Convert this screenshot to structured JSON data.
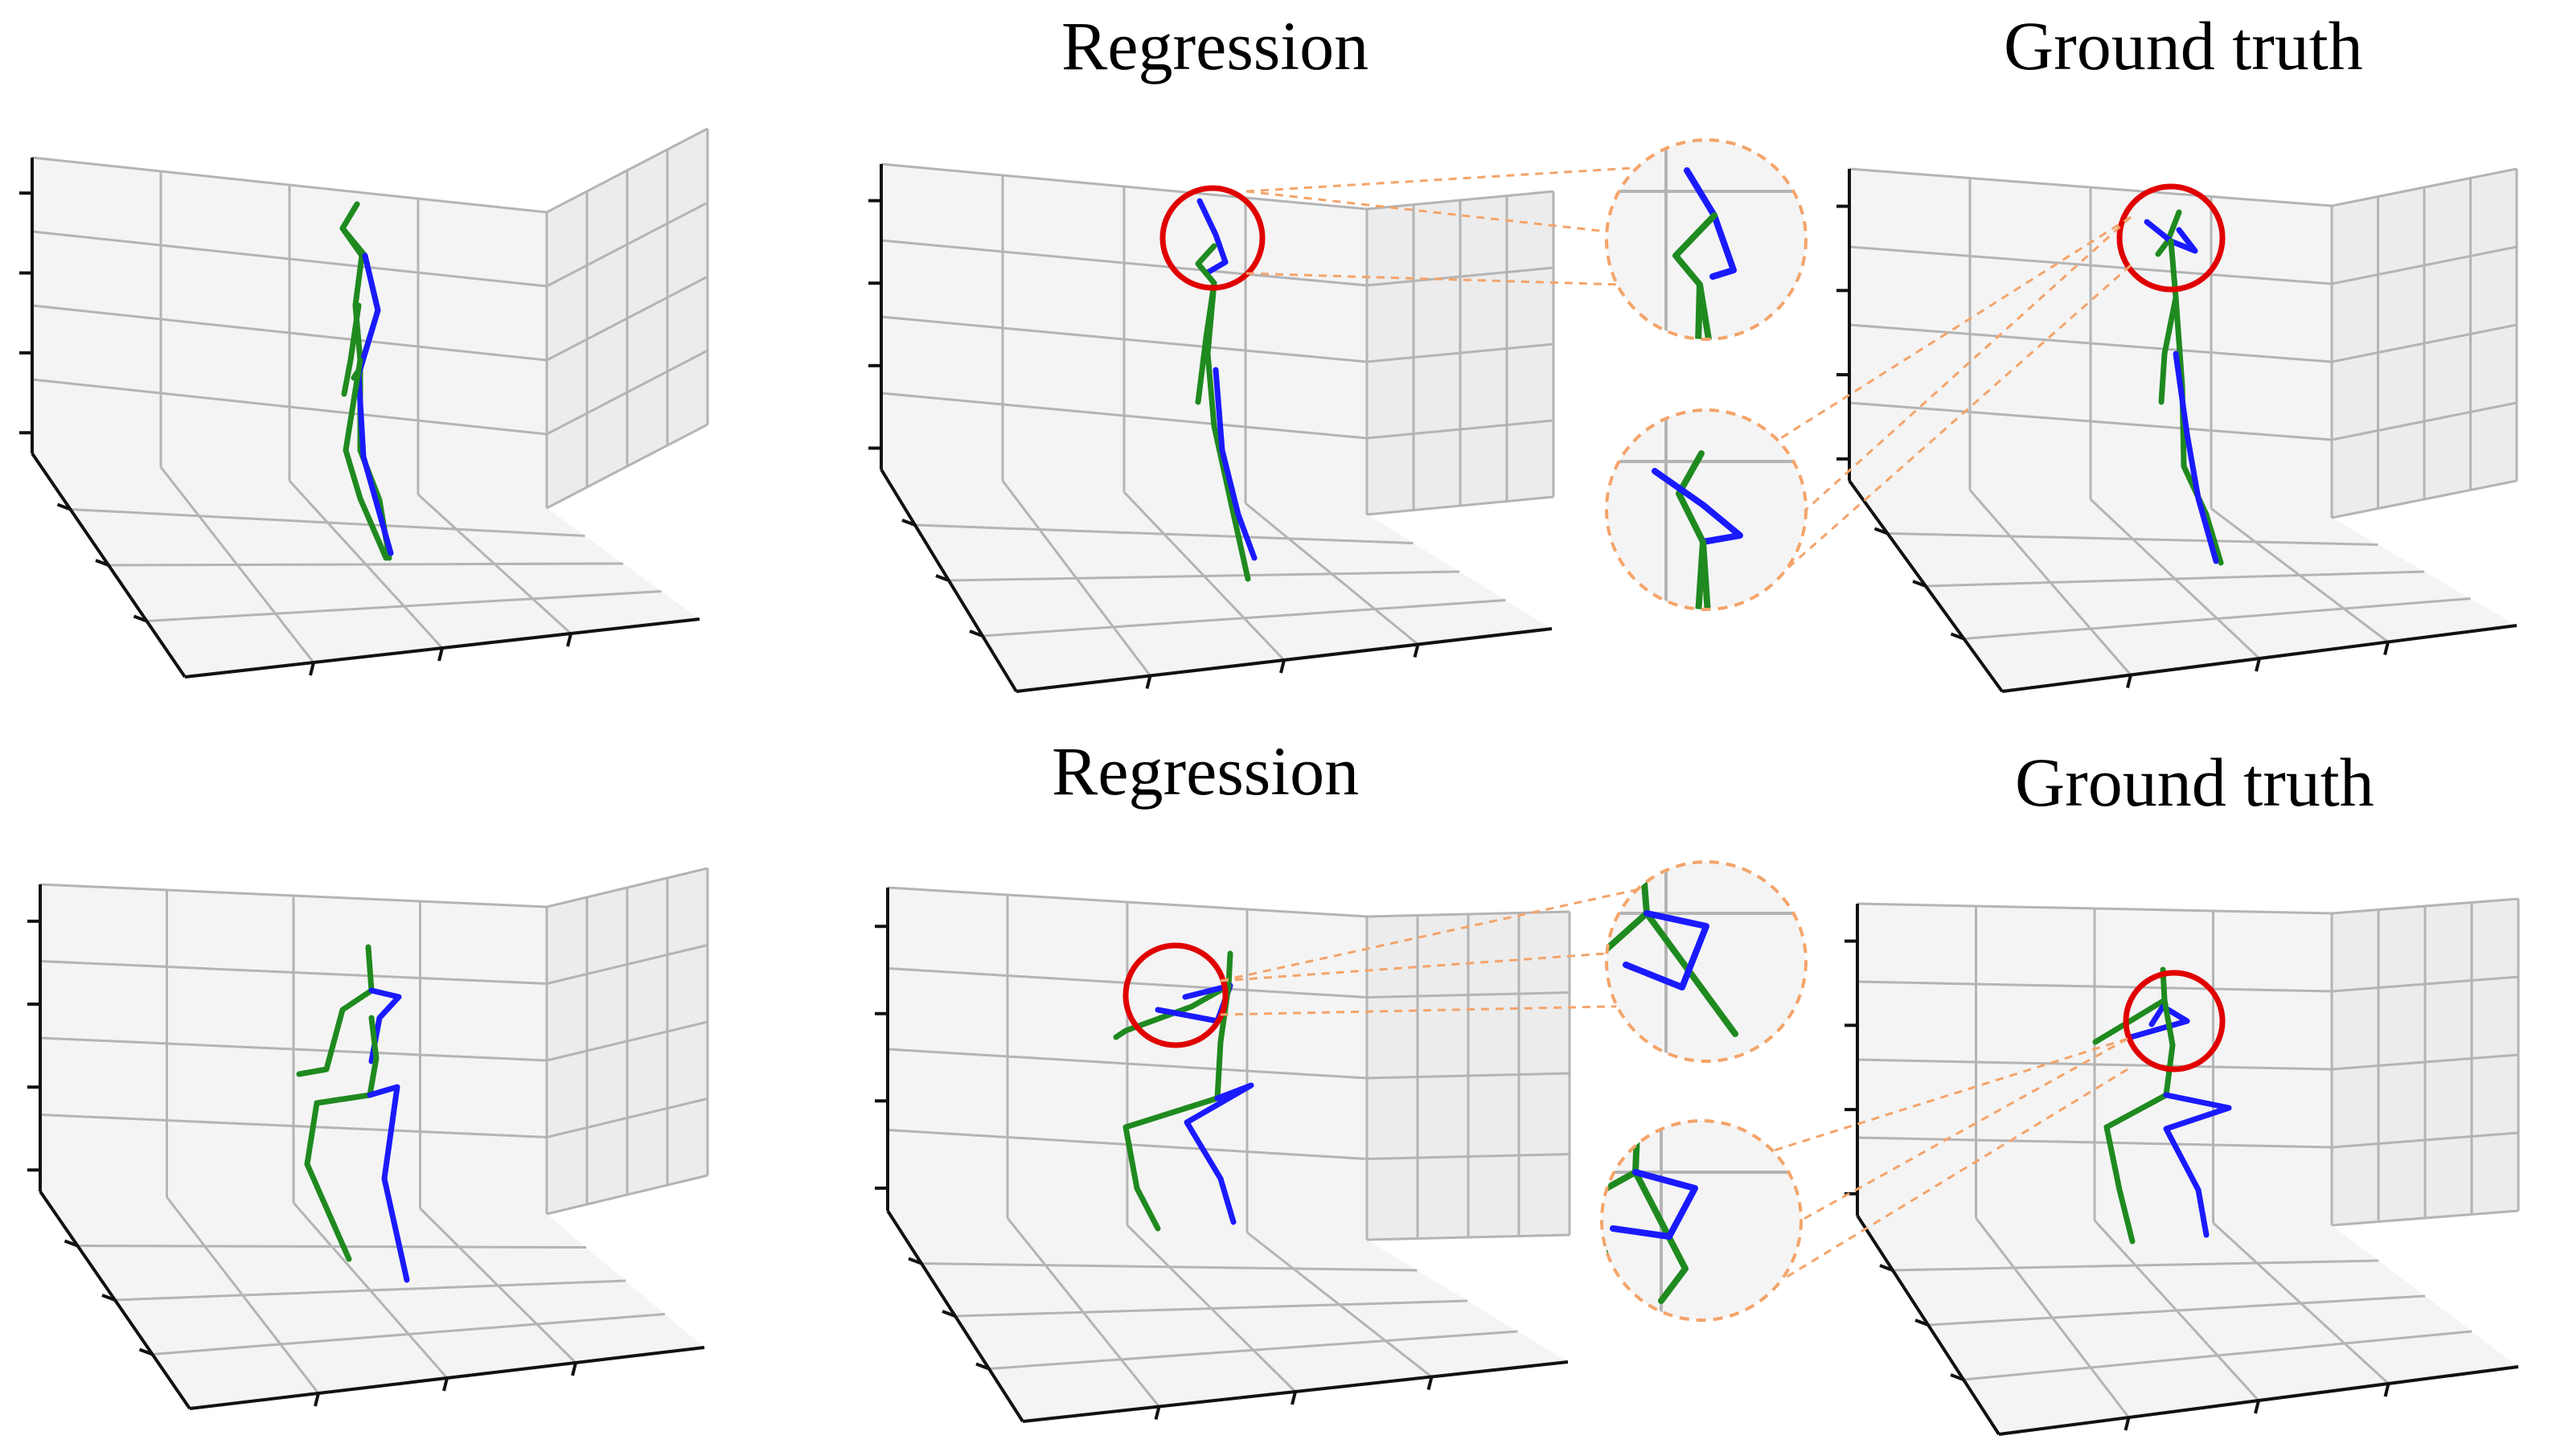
{
  "captions": {
    "regression_top": "Regression",
    "ground_truth_top": "Ground truth",
    "regression_bottom": "Regression",
    "ground_truth_bottom": "Ground truth"
  },
  "colors": {
    "skeleton_green": "#1f8a1f",
    "skeleton_blue": "#1a1aff",
    "highlight_red": "#e00000",
    "zoom_dashed_orange": "#f4a46a",
    "grid_line": "#b4b4b4",
    "pane_light": "#f4f4f4",
    "pane_mid": "#ececec",
    "axis_black": "#111111"
  },
  "icons": {
    "highlight": "red-circle-highlight-icon",
    "zoom": "dashed-zoom-lens-icon"
  }
}
